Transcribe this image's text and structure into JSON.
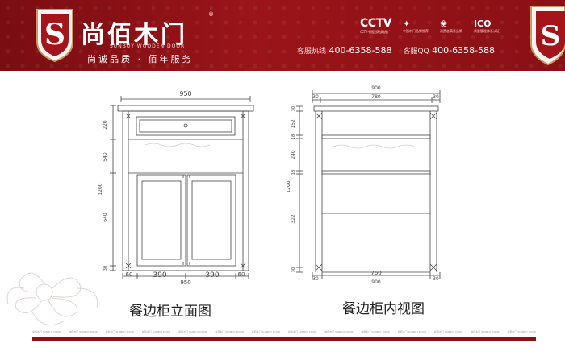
{
  "header": {
    "brand_cn": "尚佰木门",
    "registered_mark": "®",
    "brand_en": "SUNBUY WOODEN DOOR",
    "slogan": "尚诚品质 · 佰年服务",
    "logo_letter": "S",
    "partners": [
      {
        "label": "CCTV",
        "sub": "CCTV 中国品牌战略推广"
      },
      {
        "label": "✦",
        "sub": "中国木门品牌推荐"
      },
      {
        "label": "❀",
        "sub": "消费者满意品牌"
      },
      {
        "label": "ICO",
        "sub": "质量管理体系认证"
      }
    ],
    "hotline_label": "客服热线",
    "hotline": "400-6358-588",
    "qq_label": "客服QQ",
    "qq": "400-6358-588"
  },
  "drawing_left": {
    "caption": "餐边柜立面图",
    "top_width": "950",
    "heights": [
      "220",
      "540",
      "1200",
      "640",
      "30"
    ],
    "bottom_dims": [
      "60",
      "390",
      "390",
      "60"
    ],
    "bottom_total": "950"
  },
  "drawing_right": {
    "caption": "餐边柜内视图",
    "top_total": "900",
    "top_dims": [
      "30",
      "780",
      "30"
    ],
    "heights": [
      "30",
      "152",
      "18",
      "240",
      "18",
      "1200",
      "322",
      "30"
    ],
    "bottom_dims": [
      "30",
      "760",
      "30"
    ],
    "bottom_total": "900"
  },
  "footer": {
    "strip_items": [
      "尚佰木门 SUNBUY DOOR",
      "尚佰木门 SUNBUY DOOR",
      "尚佰木门 SUNBUY DOOR",
      "尚佰木门 SUNBUY DOOR",
      "尚佰木门 SUNBUY DOOR",
      "尚佰木门 SUNBUY DOOR",
      "尚佰木门 SUNBUY DOOR",
      "尚佰木门 SUNBUY DOOR",
      "尚佰木门 SUNBUY DOOR",
      "尚佰木门 SUNBUY DOOR",
      "尚佰木门 SUNBUY DOOR",
      "尚佰木门 SUNBUY DOOR",
      "尚佰木门 SUNBUY DOOR",
      "尚佰木门 SUNBUY DOOR"
    ]
  },
  "colors": {
    "brand_red": "#8c1014",
    "line": "#444444"
  }
}
